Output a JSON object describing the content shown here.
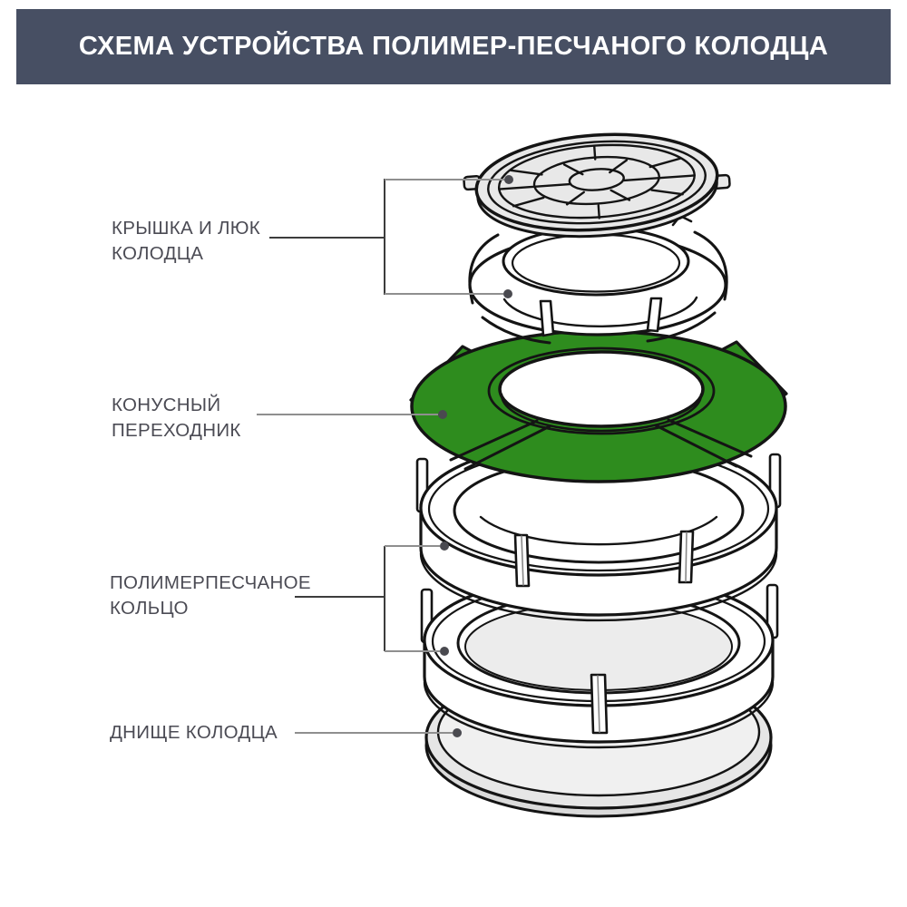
{
  "header": {
    "title": "СХЕМА УСТРОЙСТВА ПОЛИМЕР-ПЕСЧАНОГО КОЛОДЦА"
  },
  "diagram": {
    "labels": [
      {
        "id": "cover-and-hatch",
        "lines": [
          "КРЫШКА И ЛЮК",
          "КОЛОДЦА"
        ],
        "points_to": [
          "manhole-cover",
          "hatch-ring"
        ]
      },
      {
        "id": "cone-adapter",
        "lines": [
          "КОНУСНЫЙ",
          "ПЕРЕХОДНИК"
        ],
        "points_to": [
          "cone-adapter"
        ]
      },
      {
        "id": "polymer-ring",
        "lines": [
          "ПОЛИМЕРПЕСЧАНОЕ",
          "КОЛЬЦО"
        ],
        "points_to": [
          "sand-ring-upper",
          "sand-ring-lower"
        ]
      },
      {
        "id": "well-bottom",
        "lines": [
          "ДНИЩЕ КОЛОДЦА"
        ],
        "points_to": [
          "well-bottom"
        ]
      }
    ],
    "parts": [
      {
        "name": "manhole-cover"
      },
      {
        "name": "hatch-ring"
      },
      {
        "name": "cone-adapter"
      },
      {
        "name": "sand-ring-upper"
      },
      {
        "name": "sand-ring-lower"
      },
      {
        "name": "well-bottom"
      }
    ],
    "colors": {
      "header_bg": "#474F63",
      "header_text": "#FFFFFF",
      "adapter_green": "#2E8C1E",
      "outline": "#141414",
      "label_text": "#4B4B54",
      "leader_line": "#8F8F8F",
      "bracket_line": "#3C3C3C",
      "dot": "#4A4A50",
      "cover_fill": "#E8E8E8",
      "dish_fill": "#E9E9E9"
    }
  }
}
